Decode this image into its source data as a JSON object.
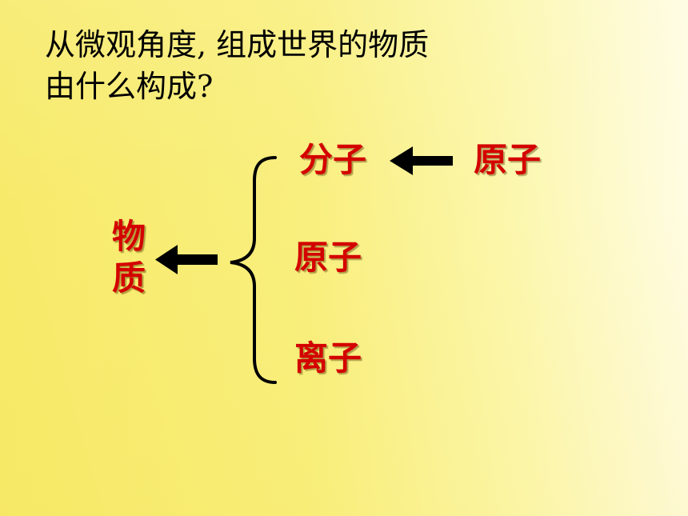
{
  "question": {
    "line1": "从微观角度, 组成世界的物质",
    "line2": "由什么构成?"
  },
  "substance": {
    "char1": "物",
    "char2": "质"
  },
  "branches": {
    "molecule": "分子",
    "atom": "原子",
    "ion": "离子"
  },
  "molecule_source": "原子",
  "colors": {
    "highlight_text": "#d40000",
    "body_text": "#000000",
    "arrow": "#000000",
    "background_left": "#f7ea6a",
    "background_right": "#fffce2"
  },
  "icons": {
    "arrow_to_substance": "arrow-left-icon",
    "arrow_to_molecule": "arrow-left-icon",
    "bracket": "left-curly-brace-icon"
  }
}
